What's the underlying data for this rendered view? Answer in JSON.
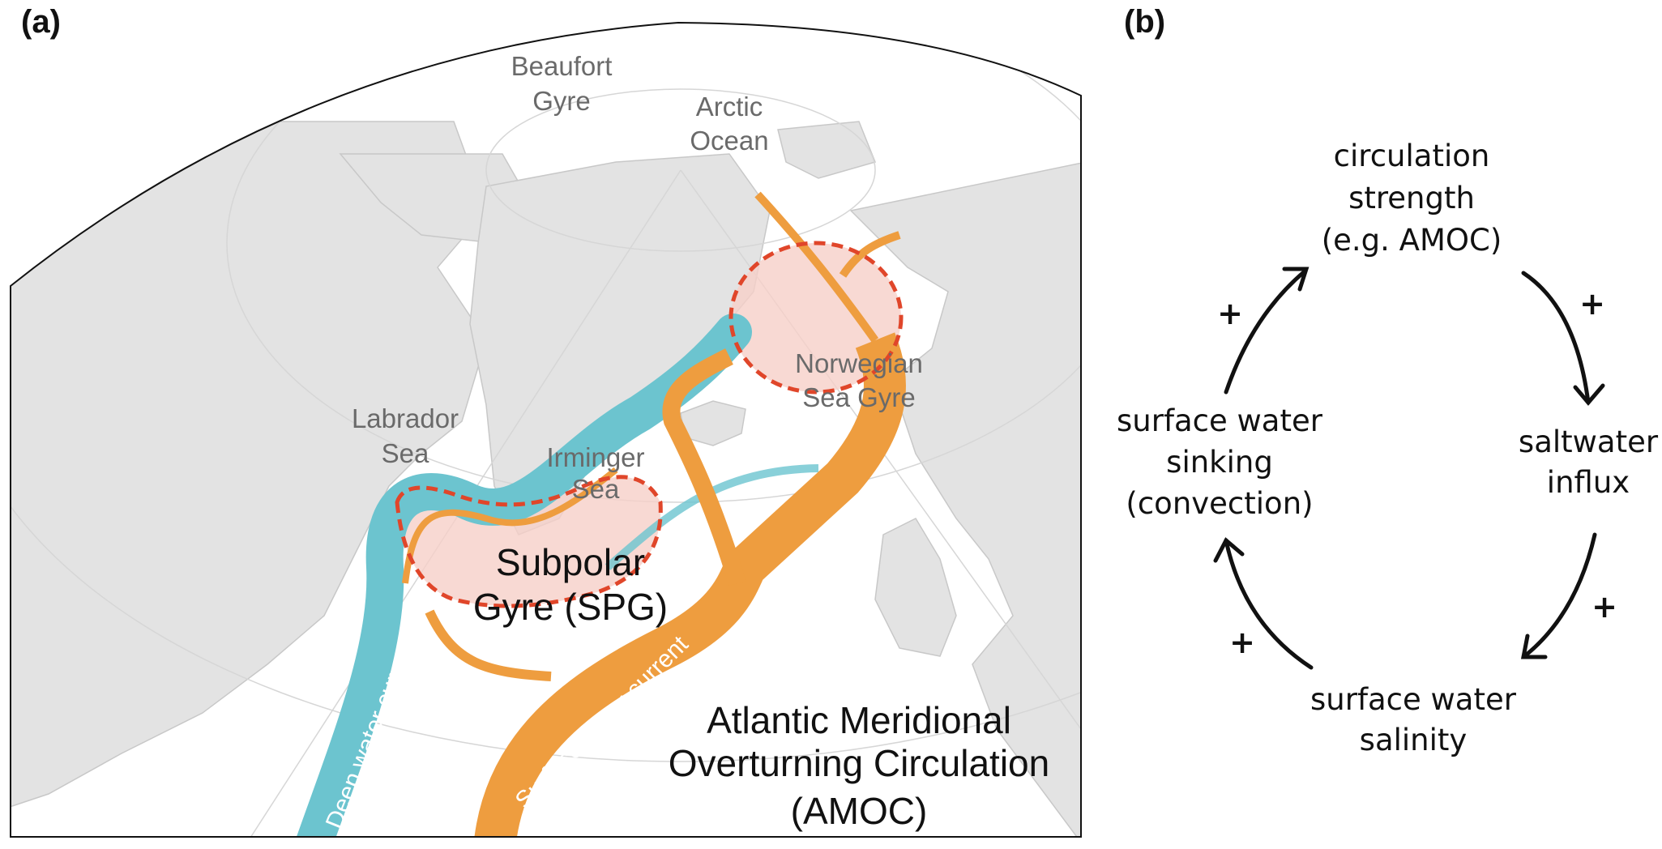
{
  "panels": {
    "a": "(a)",
    "b": "(b)"
  },
  "map": {
    "labels": {
      "beaufort": [
        "Beaufort",
        "Gyre"
      ],
      "arctic": [
        "Arctic",
        "Ocean"
      ],
      "labrador": [
        "Labrador",
        "Sea"
      ],
      "irminger": [
        "Irminger",
        "Sea"
      ],
      "norwegian": [
        "Norwegian",
        "Sea Gyre"
      ],
      "spg": [
        "Subpolar",
        "Gyre (SPG)"
      ],
      "amoc": [
        "Atlantic Meridional",
        "Overturning Circulation",
        "(AMOC)"
      ]
    },
    "currents": {
      "deep": "Deep water current",
      "surface": "Surface water current"
    },
    "colors": {
      "land": "#e3e3e3",
      "deep": "#6cc4cf",
      "surface": "#ee9d3f",
      "gyre_outline": "#e0462a",
      "gyre_fill": "#f6cfc8"
    }
  },
  "loop": {
    "nodes": {
      "circulation": [
        "circulation",
        "strength",
        "(e.g. AMOC)"
      ],
      "saltwater": [
        "saltwater",
        "influx"
      ],
      "salinity": [
        "surface water",
        "salinity"
      ],
      "sinking": [
        "surface water",
        "sinking",
        "(convection)"
      ]
    },
    "signs": [
      "+",
      "+",
      "+",
      "+"
    ]
  }
}
